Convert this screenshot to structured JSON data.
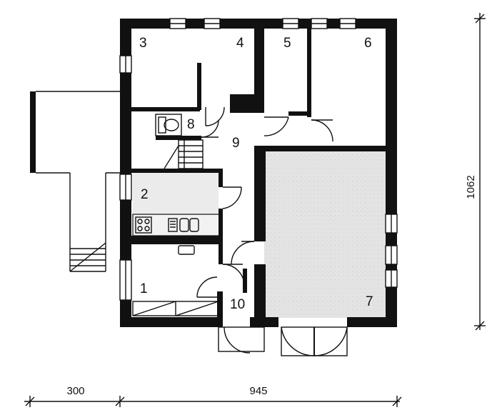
{
  "rooms": [
    {
      "id": "room-1",
      "label": "1"
    },
    {
      "id": "room-2",
      "label": "2"
    },
    {
      "id": "room-3",
      "label": "3"
    },
    {
      "id": "room-4",
      "label": "4"
    },
    {
      "id": "room-5",
      "label": "5"
    },
    {
      "id": "room-6",
      "label": "6"
    },
    {
      "id": "room-7",
      "label": "7"
    },
    {
      "id": "room-8",
      "label": "8"
    },
    {
      "id": "room-9",
      "label": "9"
    },
    {
      "id": "room-10",
      "label": "10"
    }
  ],
  "dimensions": {
    "bottom_left": "300",
    "bottom_right": "945",
    "right_vertical": "1062"
  },
  "colors": {
    "wall": "#111111",
    "garage_fill": "#e6e6e6",
    "background": "#ffffff"
  }
}
